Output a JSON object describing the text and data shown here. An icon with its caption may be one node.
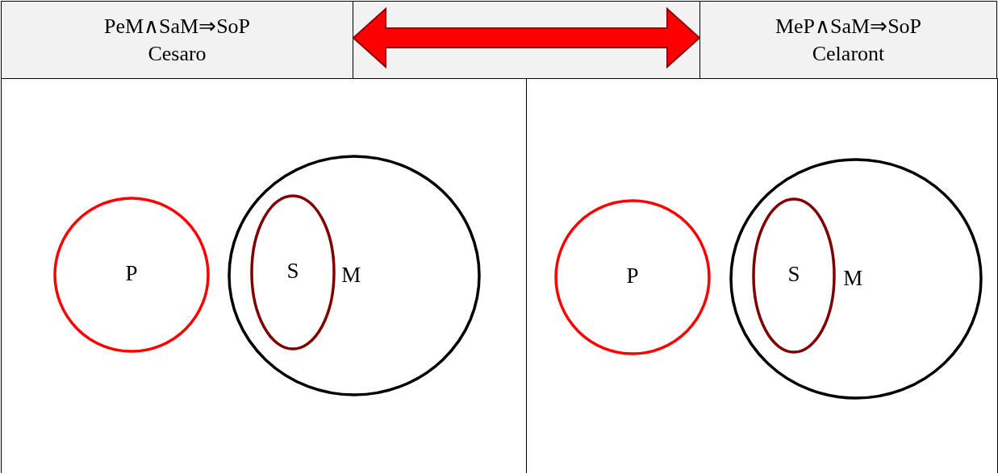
{
  "diagram": {
    "nodes": [
      {
        "text": [
          "PeM∧SaM⇒SoP",
          "Cesaro"
        ]
      },
      {
        "text": [
          "MeP∧SaM⇒SoP",
          "Celaront"
        ]
      },
      {
        "text": [],
        "shape": "box"
      },
      {
        "text": [
          "P"
        ],
        "in": 2
      },
      {
        "text": [
          "M"
        ],
        "in": 2
      },
      {
        "text": [
          "S"
        ],
        "in": 4
      },
      {
        "text": [],
        "shape": "box"
      },
      {
        "text": [
          "P"
        ],
        "in": 6
      },
      {
        "text": [
          "M"
        ],
        "in": 6
      },
      {
        "text": [
          "S"
        ],
        "in": 8
      }
    ],
    "edges": [
      {
        "from": 0,
        "to": 1,
        "arrow": "both",
        "style": "thick",
        "color": "#ff0000"
      }
    ]
  }
}
